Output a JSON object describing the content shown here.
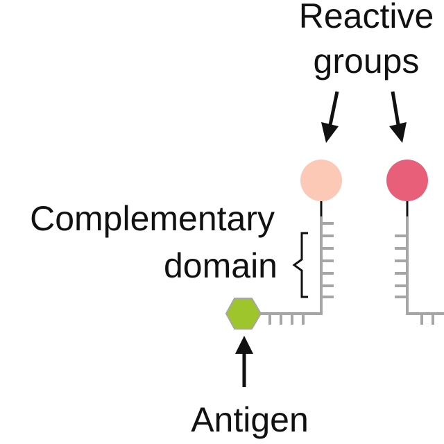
{
  "labels": {
    "reactive_line1": "Reactive",
    "reactive_line2": "groups",
    "complementary_line1": "Complementary",
    "complementary_line2": "domain",
    "antigen": "Antigen"
  },
  "colors": {
    "reactive_group_light": "#fbc9b5",
    "reactive_group_dark": "#e75f78",
    "antigen": "#9fc52c",
    "strand": "#a6a6a6",
    "text": "#111111"
  },
  "icons": {
    "reactive_group": "circle",
    "antigen": "hexagon"
  }
}
